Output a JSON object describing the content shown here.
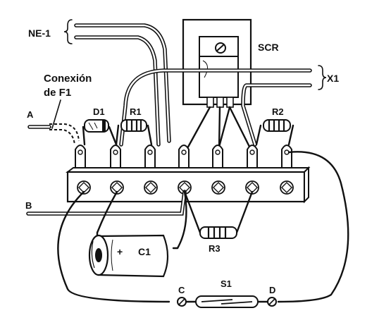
{
  "labels": {
    "ne1": "NE-1",
    "scr": "SCR",
    "x1": "X1",
    "conexion": "Conexión",
    "de_f1": "de F1",
    "a": "A",
    "d1": "D1",
    "r1": "R1",
    "r2": "R2",
    "b": "B",
    "c1": "C1",
    "plus": "+",
    "r3": "R3",
    "s1": "S1",
    "c": "C",
    "d": "D"
  },
  "icons": {
    "scr": "thyristor-icon",
    "capacitor": "electrolytic-capacitor-icon",
    "reed_switch": "reed-switch-icon",
    "terminal_strip": "terminal-strip-icon"
  },
  "colors": {
    "ink": "#111111",
    "paper": "#ffffff"
  }
}
